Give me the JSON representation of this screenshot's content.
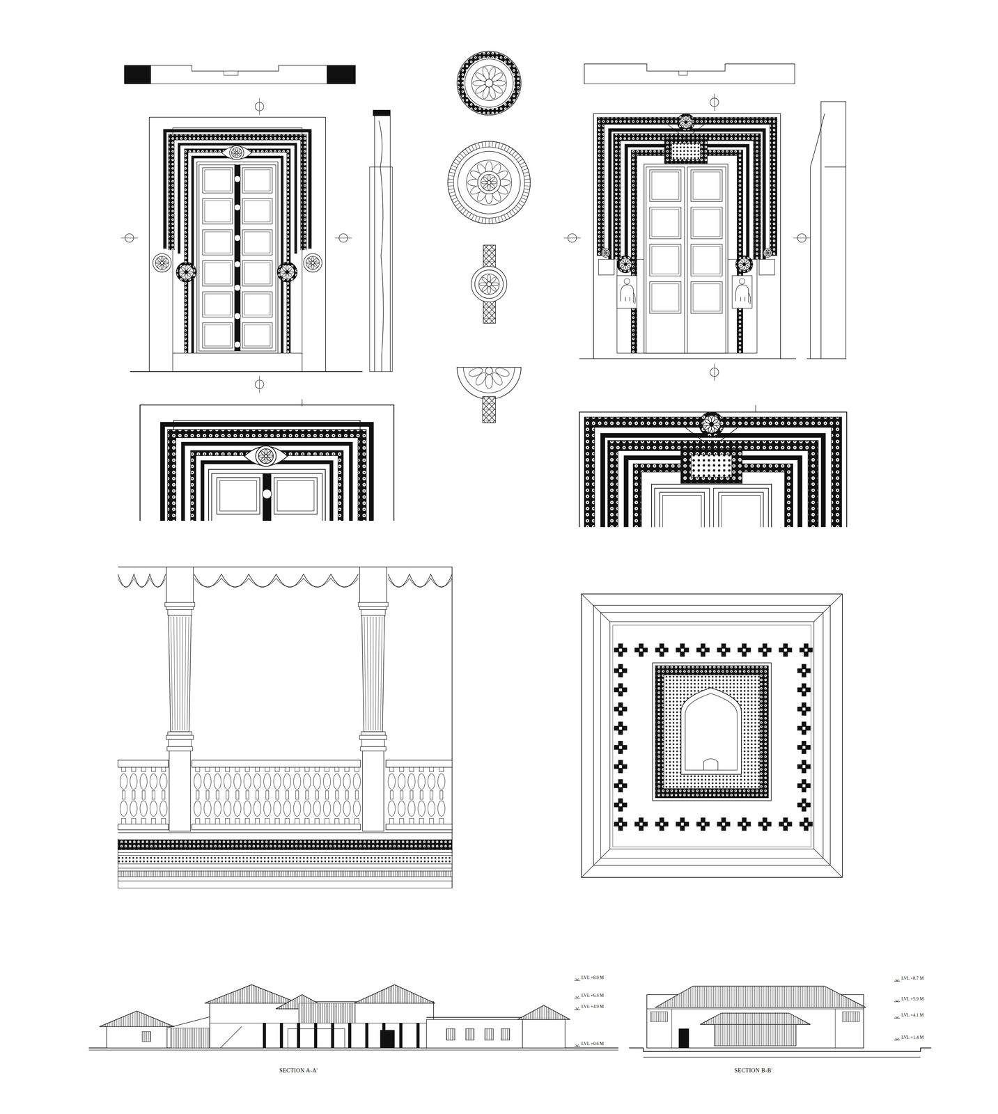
{
  "diagram": {
    "labels": [
      "LVL +8.9 M",
      "LVL +6.4 M",
      "LVL +4.9 M",
      "LVL +0.6 M",
      "LVL +8.7 M",
      "LVL +5.9 M",
      "LVL +4.1 M",
      "LVL +1.4 M",
      "SECTION A-A'",
      "SECTION B-B'"
    ]
  }
}
